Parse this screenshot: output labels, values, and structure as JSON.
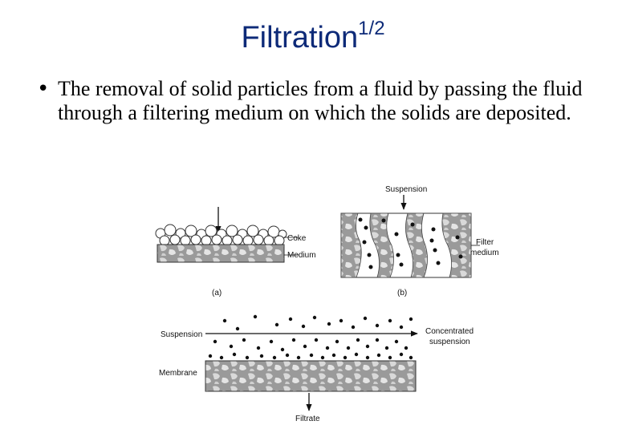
{
  "slide": {
    "title": "Filtration",
    "title_superscript": "1/2",
    "bullet_symbol": "•",
    "bullet_text": "The removal of solid particles from a fluid by passing the fluid through a filtering medium on which the solids are deposited."
  },
  "figure": {
    "panel_a": {
      "caption": "(a)",
      "labels": {
        "cake": "Coke",
        "medium": "Medium"
      }
    },
    "panel_b": {
      "caption": "(b)",
      "labels": {
        "suspension": "Suspension",
        "filter_medium_line1": "Filter",
        "filter_medium_line2": "medium"
      }
    },
    "panel_c": {
      "labels": {
        "suspension": "Suspension",
        "concentrated_line1": "Concentrated",
        "concentrated_line2": "suspension",
        "membrane": "Membrane",
        "filtrate": "Filtrate"
      }
    }
  }
}
